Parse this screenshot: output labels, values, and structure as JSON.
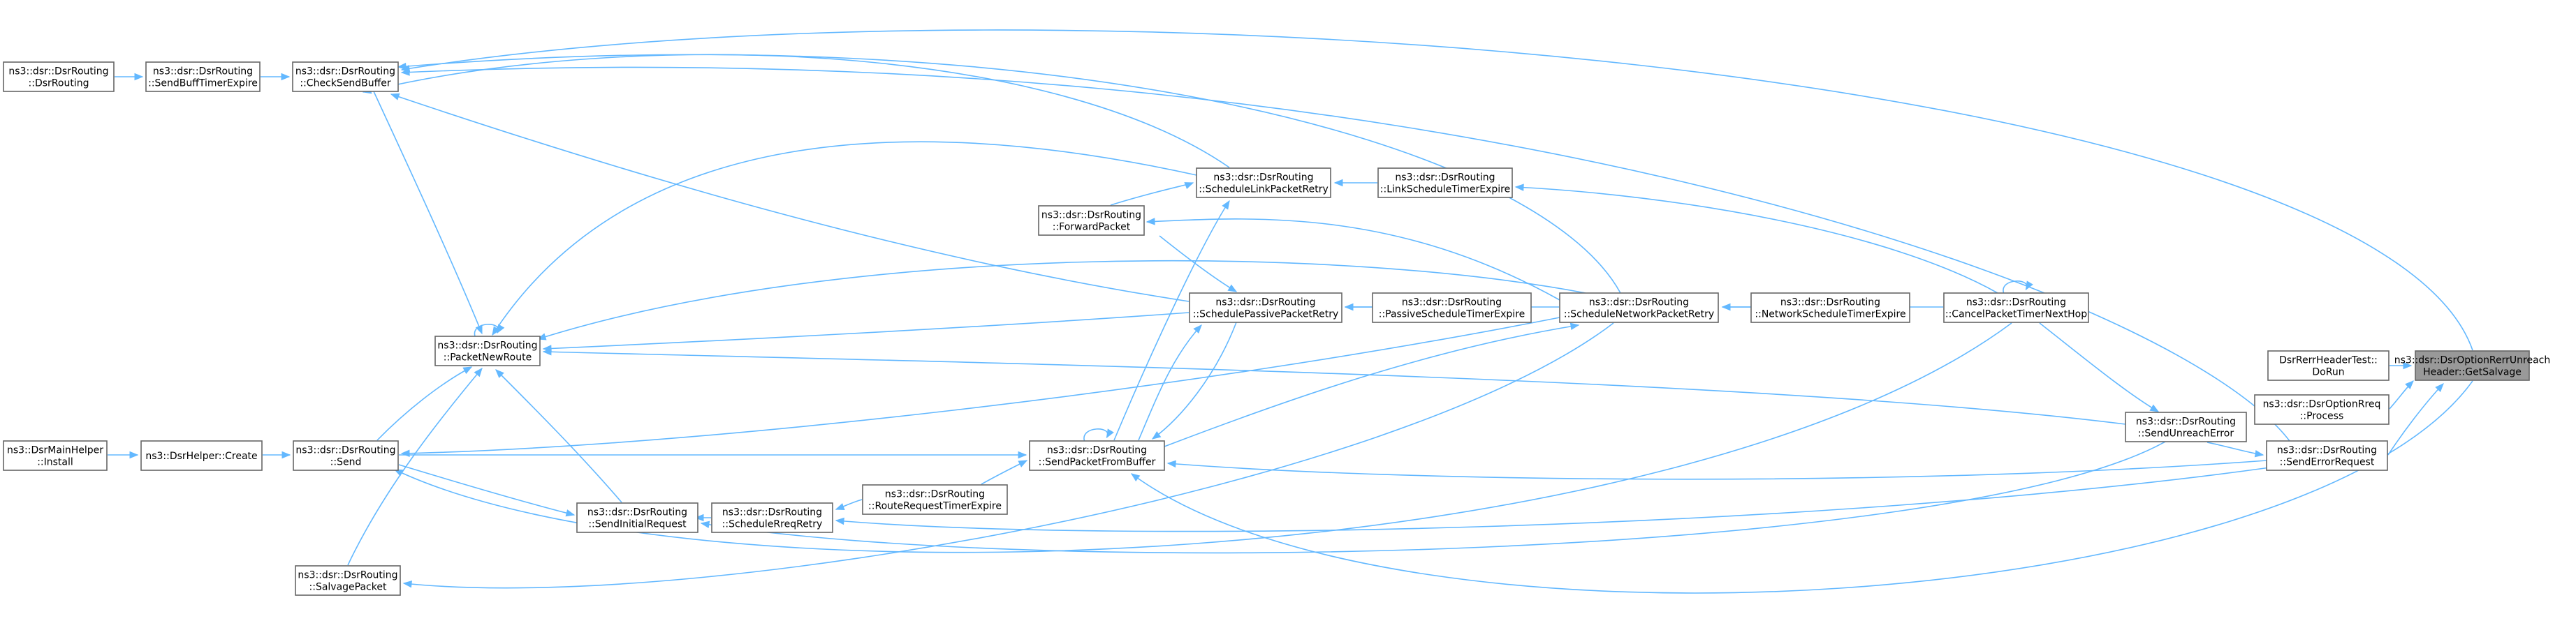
{
  "diagram": {
    "nodes": [
      {
        "id": "target",
        "lines": [
          "ns3::dsr::DsrOptionRerrUnreach",
          "Header::GetSalvage"
        ]
      },
      {
        "id": "dorun",
        "lines": [
          "DsrRerrHeaderTest::",
          "DoRun"
        ]
      },
      {
        "id": "rreqproc",
        "lines": [
          "ns3::dsr::DsrOptionRreq",
          "::Process"
        ]
      },
      {
        "id": "senderr",
        "lines": [
          "ns3::dsr::DsrRouting",
          "::SendErrorRequest"
        ]
      },
      {
        "id": "sendunreach",
        "lines": [
          "ns3::dsr::DsrRouting",
          "::SendUnreachError"
        ]
      },
      {
        "id": "cancelnext",
        "lines": [
          "ns3::dsr::DsrRouting",
          "::CancelPacketTimerNextHop"
        ]
      },
      {
        "id": "netsched",
        "lines": [
          "ns3::dsr::DsrRouting",
          "::NetworkScheduleTimerExpire"
        ]
      },
      {
        "id": "schednet",
        "lines": [
          "ns3::dsr::DsrRouting",
          "::ScheduleNetworkPacketRetry"
        ]
      },
      {
        "id": "linksched",
        "lines": [
          "ns3::dsr::DsrRouting",
          "::LinkScheduleTimerExpire"
        ]
      },
      {
        "id": "schedlink",
        "lines": [
          "ns3::dsr::DsrRouting",
          "::ScheduleLinkPacketRetry"
        ]
      },
      {
        "id": "passsched",
        "lines": [
          "ns3::dsr::DsrRouting",
          "::PassiveScheduleTimerExpire"
        ]
      },
      {
        "id": "schedpass",
        "lines": [
          "ns3::dsr::DsrRouting",
          "::SchedulePassivePacketRetry"
        ]
      },
      {
        "id": "forward",
        "lines": [
          "ns3::dsr::DsrRouting",
          "::ForwardPacket"
        ]
      },
      {
        "id": "sendbuf",
        "lines": [
          "ns3::dsr::DsrRouting",
          "::SendPacketFromBuffer"
        ]
      },
      {
        "id": "routereq",
        "lines": [
          "ns3::dsr::DsrRouting",
          "::RouteRequestTimerExpire"
        ]
      },
      {
        "id": "schedreq",
        "lines": [
          "ns3::dsr::DsrRouting",
          "::ScheduleRreqRetry"
        ]
      },
      {
        "id": "sendinit",
        "lines": [
          "ns3::dsr::DsrRouting",
          "::SendInitialRequest"
        ]
      },
      {
        "id": "salvage",
        "lines": [
          "ns3::dsr::DsrRouting",
          "::SalvagePacket"
        ]
      },
      {
        "id": "newroute",
        "lines": [
          "ns3::dsr::DsrRouting",
          "::PacketNewRoute"
        ]
      },
      {
        "id": "send",
        "lines": [
          "ns3::dsr::DsrRouting",
          "::Send"
        ]
      },
      {
        "id": "checkbuf",
        "lines": [
          "ns3::dsr::DsrRouting",
          "::CheckSendBuffer"
        ]
      },
      {
        "id": "buftimer",
        "lines": [
          "ns3::dsr::DsrRouting",
          "::SendBuffTimerExpire"
        ]
      },
      {
        "id": "ctor",
        "lines": [
          "ns3::dsr::DsrRouting",
          "::DsrRouting"
        ]
      },
      {
        "id": "create",
        "lines": [
          "ns3::DsrHelper::Create"
        ]
      },
      {
        "id": "install",
        "lines": [
          "ns3::DsrMainHelper",
          "::Install"
        ]
      }
    ],
    "edges": [
      {
        "from": "dorun",
        "to": "target"
      },
      {
        "from": "rreqproc",
        "to": "target"
      },
      {
        "from": "senderr",
        "to": "target"
      },
      {
        "from": "sendunreach",
        "to": "senderr"
      },
      {
        "from": "cancelnext",
        "to": "sendunreach"
      },
      {
        "from": "cancelnext",
        "to": "cancelnext"
      },
      {
        "from": "netsched",
        "to": "schednet"
      },
      {
        "from": "linksched",
        "to": "schedlink"
      },
      {
        "from": "passsched",
        "to": "schedpass"
      },
      {
        "from": "routereq",
        "to": "schedreq"
      },
      {
        "from": "routereq",
        "to": "sendbuf"
      },
      {
        "from": "sendbuf",
        "to": "sendbuf"
      },
      {
        "from": "newroute",
        "to": "newroute"
      },
      {
        "from": "buftimer",
        "to": "checkbuf"
      },
      {
        "from": "ctor",
        "to": "buftimer"
      },
      {
        "from": "install",
        "to": "create"
      },
      {
        "from": "create",
        "to": "send"
      },
      {
        "from": "send",
        "to": "sendbuf"
      },
      {
        "from": "send",
        "to": "newroute"
      },
      {
        "from": "send",
        "to": "sendinit"
      },
      {
        "from": "sendinit",
        "to": "schedreq"
      },
      {
        "from": "sendinit",
        "to": "newroute"
      },
      {
        "from": "salvage",
        "to": "newroute"
      },
      {
        "from": "checkbuf",
        "to": "newroute"
      },
      {
        "from": "forward",
        "to": "schedlink"
      },
      {
        "from": "forward",
        "to": "schedpass"
      },
      {
        "from": "sendbuf",
        "to": "schedlink"
      },
      {
        "from": "sendbuf",
        "to": "schedpass"
      },
      {
        "from": "sendbuf",
        "to": "schednet"
      },
      {
        "from": "schedpass",
        "to": "sendbuf"
      },
      {
        "from": "schedpass",
        "to": "newroute"
      },
      {
        "from": "schedpass",
        "to": "checkbuf"
      },
      {
        "from": "schedlink",
        "to": "newroute"
      },
      {
        "from": "schedlink",
        "to": "checkbuf"
      },
      {
        "from": "schednet",
        "to": "newroute"
      },
      {
        "from": "schednet",
        "to": "forward"
      },
      {
        "from": "schednet",
        "to": "checkbuf"
      },
      {
        "from": "schednet",
        "to": "schedpass"
      },
      {
        "from": "schednet",
        "to": "send"
      },
      {
        "from": "schednet",
        "to": "salvage"
      },
      {
        "from": "cancelnext",
        "to": "schednet"
      },
      {
        "from": "cancelnext",
        "to": "linksched"
      },
      {
        "from": "cancelnext",
        "to": "send"
      },
      {
        "from": "senderr",
        "to": "sendbuf"
      },
      {
        "from": "senderr",
        "to": "schedreq"
      },
      {
        "from": "senderr",
        "to": "checkbuf"
      },
      {
        "from": "sendunreach",
        "to": "newroute"
      },
      {
        "from": "sendunreach",
        "to": "sendinit"
      },
      {
        "from": "target",
        "to": "checkbuf"
      },
      {
        "from": "target",
        "to": "sendbuf"
      }
    ]
  }
}
